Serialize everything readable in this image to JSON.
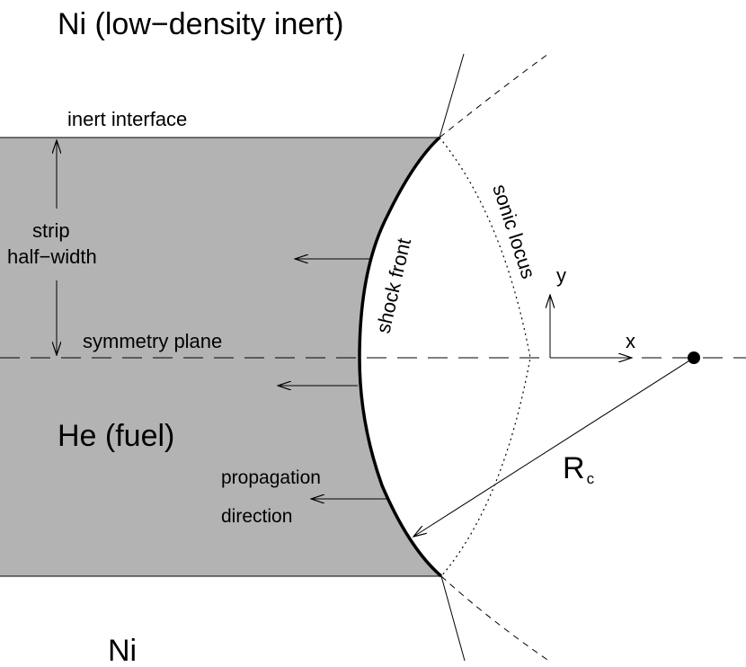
{
  "labels": {
    "ni_top": "Ni (low−density inert)",
    "inert_interface": "inert interface",
    "strip": "strip",
    "half_width": "half−width",
    "symmetry_plane": "symmetry plane",
    "he_fuel": "He (fuel)",
    "propagation": "propagation",
    "direction": "direction",
    "shock_front": "shock front",
    "sonic_locus": "sonic locus",
    "axis_y": "y",
    "axis_x": "x",
    "radius_main": "R",
    "radius_sub": "c",
    "ni_bottom": "Ni"
  },
  "colors": {
    "fuel_fill": "#b3b3b3",
    "line": "#000000",
    "background": "#ffffff"
  }
}
